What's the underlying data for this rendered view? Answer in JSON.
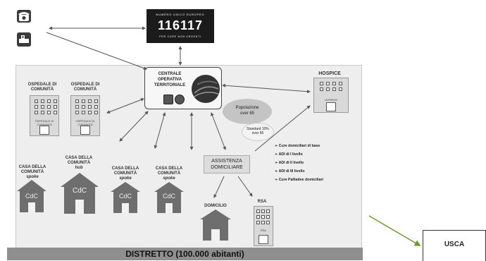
{
  "nue": {
    "top_text": "NUMERO UNICO EUROPEO",
    "number": "116117",
    "bottom_text": "PER CURE NON URGENTI"
  },
  "cot": {
    "label": "CENTRALE OPERATIVA TERRITORIALE"
  },
  "ospedali": [
    {
      "label": "OSPEDALE DI COMUNITÀ",
      "sign": "OSPEDALE DI COMUNITÀ"
    },
    {
      "label": "OSPEDALE DI COMUNITÀ",
      "sign": "OSPEDALE DI COMUNITÀ"
    }
  ],
  "hospice": {
    "label": "HOSPICE",
    "sign": "HOSPICE"
  },
  "popolazione": {
    "label": "Popolazione over 65",
    "standard": "Standard 10% over 65"
  },
  "case_comunita": [
    {
      "label": "CASA DELLA COMUNITÀ",
      "type": "spoke",
      "icon_text": "CdC"
    },
    {
      "label": "CASA DELLA COMUNITÀ",
      "type": "hub",
      "icon_text": "CdC"
    },
    {
      "label": "CASA DELLA COMUNITÀ",
      "type": "spoke",
      "icon_text": "CdC"
    },
    {
      "label": "CASA DELLA COMUNITÀ",
      "type": "spoke",
      "icon_text": "CdC"
    }
  ],
  "assistenza": {
    "label": "ASSISTENZA DOMICILIARE"
  },
  "domicilio": {
    "label": "DOMICILIO"
  },
  "rsa": {
    "label": "RSA",
    "sign": "RSA"
  },
  "services": [
    "Cure domiciliari di base",
    "ADI di I livello",
    "ADI di II livello",
    "ADI di III livello",
    "Cure Palliative domiciliari"
  ],
  "distretto": {
    "label": "DISTRETTO (100.000 abitanti)"
  },
  "usca": {
    "label": "USCA"
  },
  "colors": {
    "arrow": "#555555",
    "usca_arrow": "#6a9a2a",
    "house": "#6e6e6e",
    "panel": "#eeeeee"
  }
}
